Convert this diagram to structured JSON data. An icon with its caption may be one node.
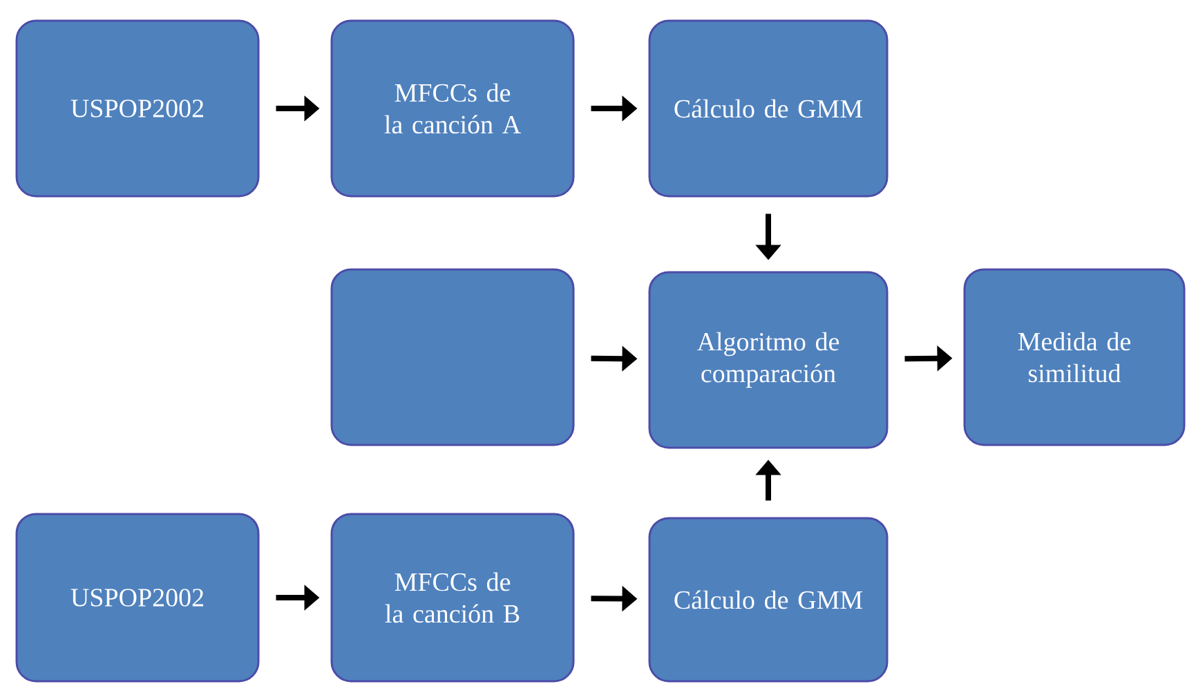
{
  "diagram": {
    "nodes": [
      {
        "text": [
          "USPOP2002"
        ]
      },
      {
        "text": [
          "MFCCs de la canción A"
        ]
      },
      {
        "text": [
          "Cálculo de GMM"
        ]
      },
      {
        "text": [],
        "shape": "box"
      },
      {
        "text": [
          "Algoritmo de comparación"
        ]
      },
      {
        "text": [
          "Medida de similitud"
        ]
      },
      {
        "text": [
          "USPOP2002"
        ]
      },
      {
        "text": [
          "MFCCs de la canción B"
        ]
      },
      {
        "text": [
          "Cálculo de GMM"
        ]
      }
    ],
    "edges": [
      {
        "from": 0,
        "to": 1,
        "arrow": "to"
      },
      {
        "from": 1,
        "to": 2,
        "arrow": "to"
      },
      {
        "from": 2,
        "to": 4,
        "arrow": "to"
      },
      {
        "from": 3,
        "to": 4,
        "arrow": "to"
      },
      {
        "from": 4,
        "to": 5,
        "arrow": "to"
      },
      {
        "from": 8,
        "to": 4,
        "arrow": "to"
      },
      {
        "from": 6,
        "to": 7,
        "arrow": "to"
      },
      {
        "from": 7,
        "to": 8,
        "arrow": "to"
      }
    ]
  }
}
